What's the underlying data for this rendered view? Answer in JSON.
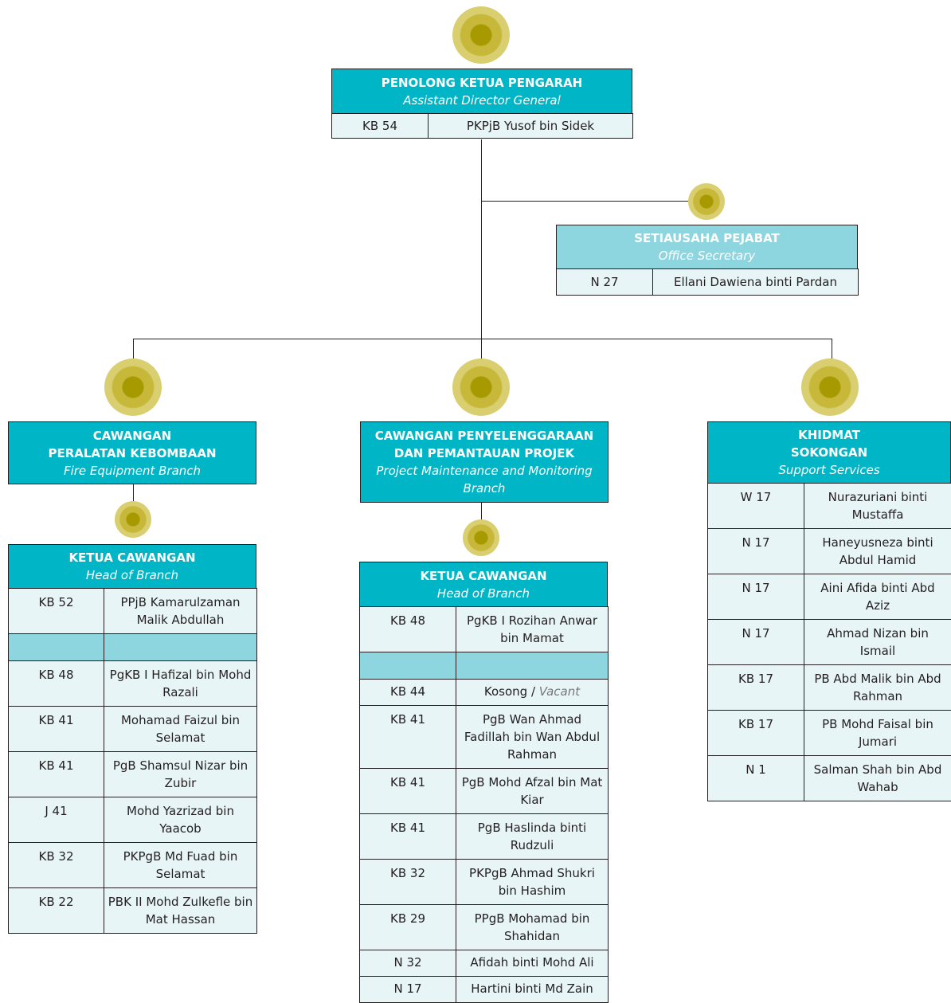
{
  "top": {
    "title": "PENOLONG KETUA PENGARAH",
    "subtitle": "Assistant Director General",
    "grade": "KB 54",
    "name": "PKPjB Yusof bin Sidek"
  },
  "secretary": {
    "title": "SETIAUSAHA PEJABAT",
    "subtitle": "Office Secretary",
    "grade": "N 27",
    "name": "Ellani Dawiena binti Pardan"
  },
  "branch1": {
    "title_line1": "CAWANGAN",
    "title_line2": "PERALATAN KEBOMBAAN",
    "subtitle": "Fire Equipment Branch",
    "head_title": "KETUA CAWANGAN",
    "head_subtitle": "Head of Branch",
    "head_grade": "KB 52",
    "head_name": "PPjB Kamarulzaman Malik Abdullah",
    "staff": [
      {
        "grade": "KB 48",
        "name": "PgKB I Hafizal bin Mohd Razali"
      },
      {
        "grade": "KB 41",
        "name": "Mohamad Faizul bin Selamat"
      },
      {
        "grade": "KB 41",
        "name": "PgB Shamsul Nizar bin Zubir"
      },
      {
        "grade": "J 41",
        "name": "Mohd Yazrizad bin Yaacob"
      },
      {
        "grade": "KB 32",
        "name": "PKPgB Md Fuad bin Selamat"
      },
      {
        "grade": "KB 22",
        "name": "PBK II Mohd Zulkefle bin Mat Hassan"
      }
    ]
  },
  "branch2": {
    "title_line1": "CAWANGAN PENYELENGGARAAN",
    "title_line2": "DAN PEMANTAUAN PROJEK",
    "subtitle_line1": "Project Maintenance and Monitoring",
    "subtitle_line2": "Branch",
    "head_title": "KETUA CAWANGAN",
    "head_subtitle": "Head of Branch",
    "head_grade": "KB 48",
    "head_name": "PgKB I Rozihan Anwar bin Mamat",
    "vacant_grade": "KB 44",
    "vacant_name": "Kosong",
    "vacant_sep": "/",
    "vacant_en": "Vacant",
    "staff": [
      {
        "grade": "KB 41",
        "name": "PgB Wan Ahmad Fadillah bin Wan Abdul Rahman"
      },
      {
        "grade": "KB 41",
        "name": "PgB Mohd Afzal bin Mat Kiar"
      },
      {
        "grade": "KB 41",
        "name": "PgB Haslinda binti Rudzuli"
      },
      {
        "grade": "KB 32",
        "name": "PKPgB Ahmad Shukri bin Hashim"
      },
      {
        "grade": "KB 29",
        "name": "PPgB Mohamad bin Shahidan"
      },
      {
        "grade": "N 32",
        "name": "Afidah binti Mohd Ali"
      },
      {
        "grade": "N 17",
        "name": "Hartini binti Md Zain"
      }
    ]
  },
  "branch3": {
    "title_line1": "KHIDMAT",
    "title_line2": "SOKONGAN",
    "subtitle": "Support Services",
    "staff": [
      {
        "grade": "W 17",
        "name": "Nurazuriani binti Mustaffa"
      },
      {
        "grade": "N 17",
        "name": "Haneyusneza binti Abdul Hamid"
      },
      {
        "grade": "N 17",
        "name": "Aini Afida binti Abd Aziz"
      },
      {
        "grade": "N 17",
        "name": "Ahmad Nizan bin Ismail"
      },
      {
        "grade": "KB 17",
        "name": "PB Abd Malik bin Abd Rahman"
      },
      {
        "grade": "KB 17",
        "name": "PB Mohd Faisal bin Jumari"
      },
      {
        "grade": "N 1",
        "name": "Salman Shah bin Abd Wahab"
      }
    ]
  },
  "colors": {
    "teal": "#00b5c6",
    "pale_teal": "#8dd5df",
    "cell_bg": "#e8f5f7",
    "dot": "#a69a00"
  }
}
